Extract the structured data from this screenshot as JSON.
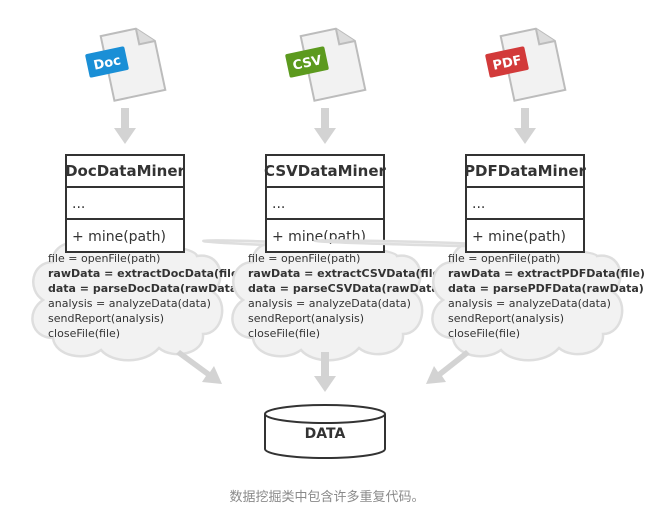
{
  "columns": [
    {
      "badge": "Doc",
      "badge_color": "#1a8fd6",
      "class_name": "DocDataMiner",
      "field": "...",
      "method": "+ mine(path)",
      "code": [
        {
          "text": "file = openFile(path)",
          "bold": false
        },
        {
          "text": "rawData = extractDocData(file)",
          "bold": true
        },
        {
          "text": "data = parseDocData(rawData)",
          "bold": true
        },
        {
          "text": "analysis = analyzeData(data)",
          "bold": false
        },
        {
          "text": "sendReport(analysis)",
          "bold": false
        },
        {
          "text": "closeFile(file)",
          "bold": false
        }
      ]
    },
    {
      "badge": "CSV",
      "badge_color": "#5c9a1e",
      "class_name": "CSVDataMiner",
      "field": "...",
      "method": "+ mine(path)",
      "code": [
        {
          "text": "file = openFile(path)",
          "bold": false
        },
        {
          "text": "rawData = extractCSVData(file)",
          "bold": true
        },
        {
          "text": "data = parseCSVData(rawData)",
          "bold": true
        },
        {
          "text": "analysis = analyzeData(data)",
          "bold": false
        },
        {
          "text": "sendReport(analysis)",
          "bold": false
        },
        {
          "text": "closeFile(file)",
          "bold": false
        }
      ]
    },
    {
      "badge": "PDF",
      "badge_color": "#d23a3a",
      "class_name": "PDFDataMiner",
      "field": "...",
      "method": "+ mine(path)",
      "code": [
        {
          "text": "file = openFile(path)",
          "bold": false
        },
        {
          "text": "rawData = extractPDFData(file)",
          "bold": true
        },
        {
          "text": "data = parsePDFData(rawData)",
          "bold": true
        },
        {
          "text": "analysis = analyzeData(data)",
          "bold": false
        },
        {
          "text": "sendReport(analysis)",
          "bold": false
        },
        {
          "text": "closeFile(file)",
          "bold": false
        }
      ]
    }
  ],
  "database_label": "DATA",
  "caption": "数据挖掘类中包含许多重复代码。"
}
